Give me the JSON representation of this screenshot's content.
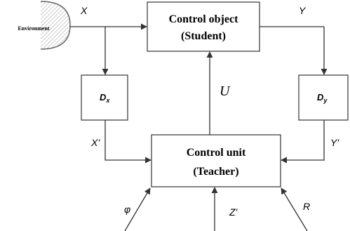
{
  "environment": {
    "label": "Environment"
  },
  "control_object": {
    "line1": "Control object",
    "line2": "(Student)"
  },
  "control_unit": {
    "line1": "Control unit",
    "line2": "(Teacher)"
  },
  "dx": {
    "main": "D",
    "sub": "x"
  },
  "dy": {
    "main": "D",
    "sub": "y"
  },
  "signals": {
    "x": "X",
    "y": "Y",
    "x_prime": "X'",
    "y_prime": "Y'",
    "u": "U",
    "phi": "φ",
    "z_prime": "Z'",
    "r": "R"
  }
}
